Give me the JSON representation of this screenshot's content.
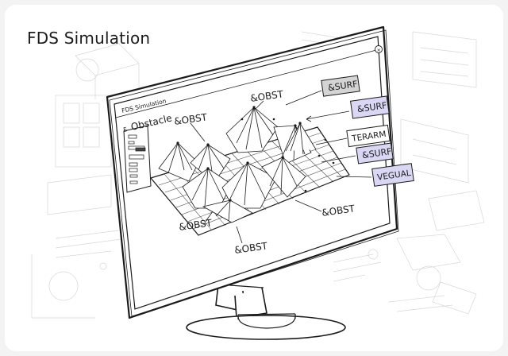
{
  "page": {
    "title": "FDS Simulation"
  },
  "window": {
    "title": "FDS Simulation",
    "close_glyph": "×"
  },
  "panel": {
    "title": "Obstacle",
    "title_prefix": "E"
  },
  "labels": {
    "obst_1": "&OBST",
    "obst_2": "&OBST",
    "obst_3": "&OBST",
    "obst_4": "&OBST",
    "obst_5": "&OBST",
    "surf_1": "&SURF",
    "surf_2": "&SURF",
    "surf_3": "&SURF",
    "terarm": "TERARM",
    "vegual": "VEGUAL"
  },
  "colors": {
    "grey_tag": "#d4d4d4",
    "lavender_tag": "#d9d7f4",
    "white_tag": "#ffffff",
    "ink": "#1b1b1b"
  },
  "icons": {
    "window_close": "close-icon",
    "sketch_background": "blueprint-sketch-icon"
  }
}
